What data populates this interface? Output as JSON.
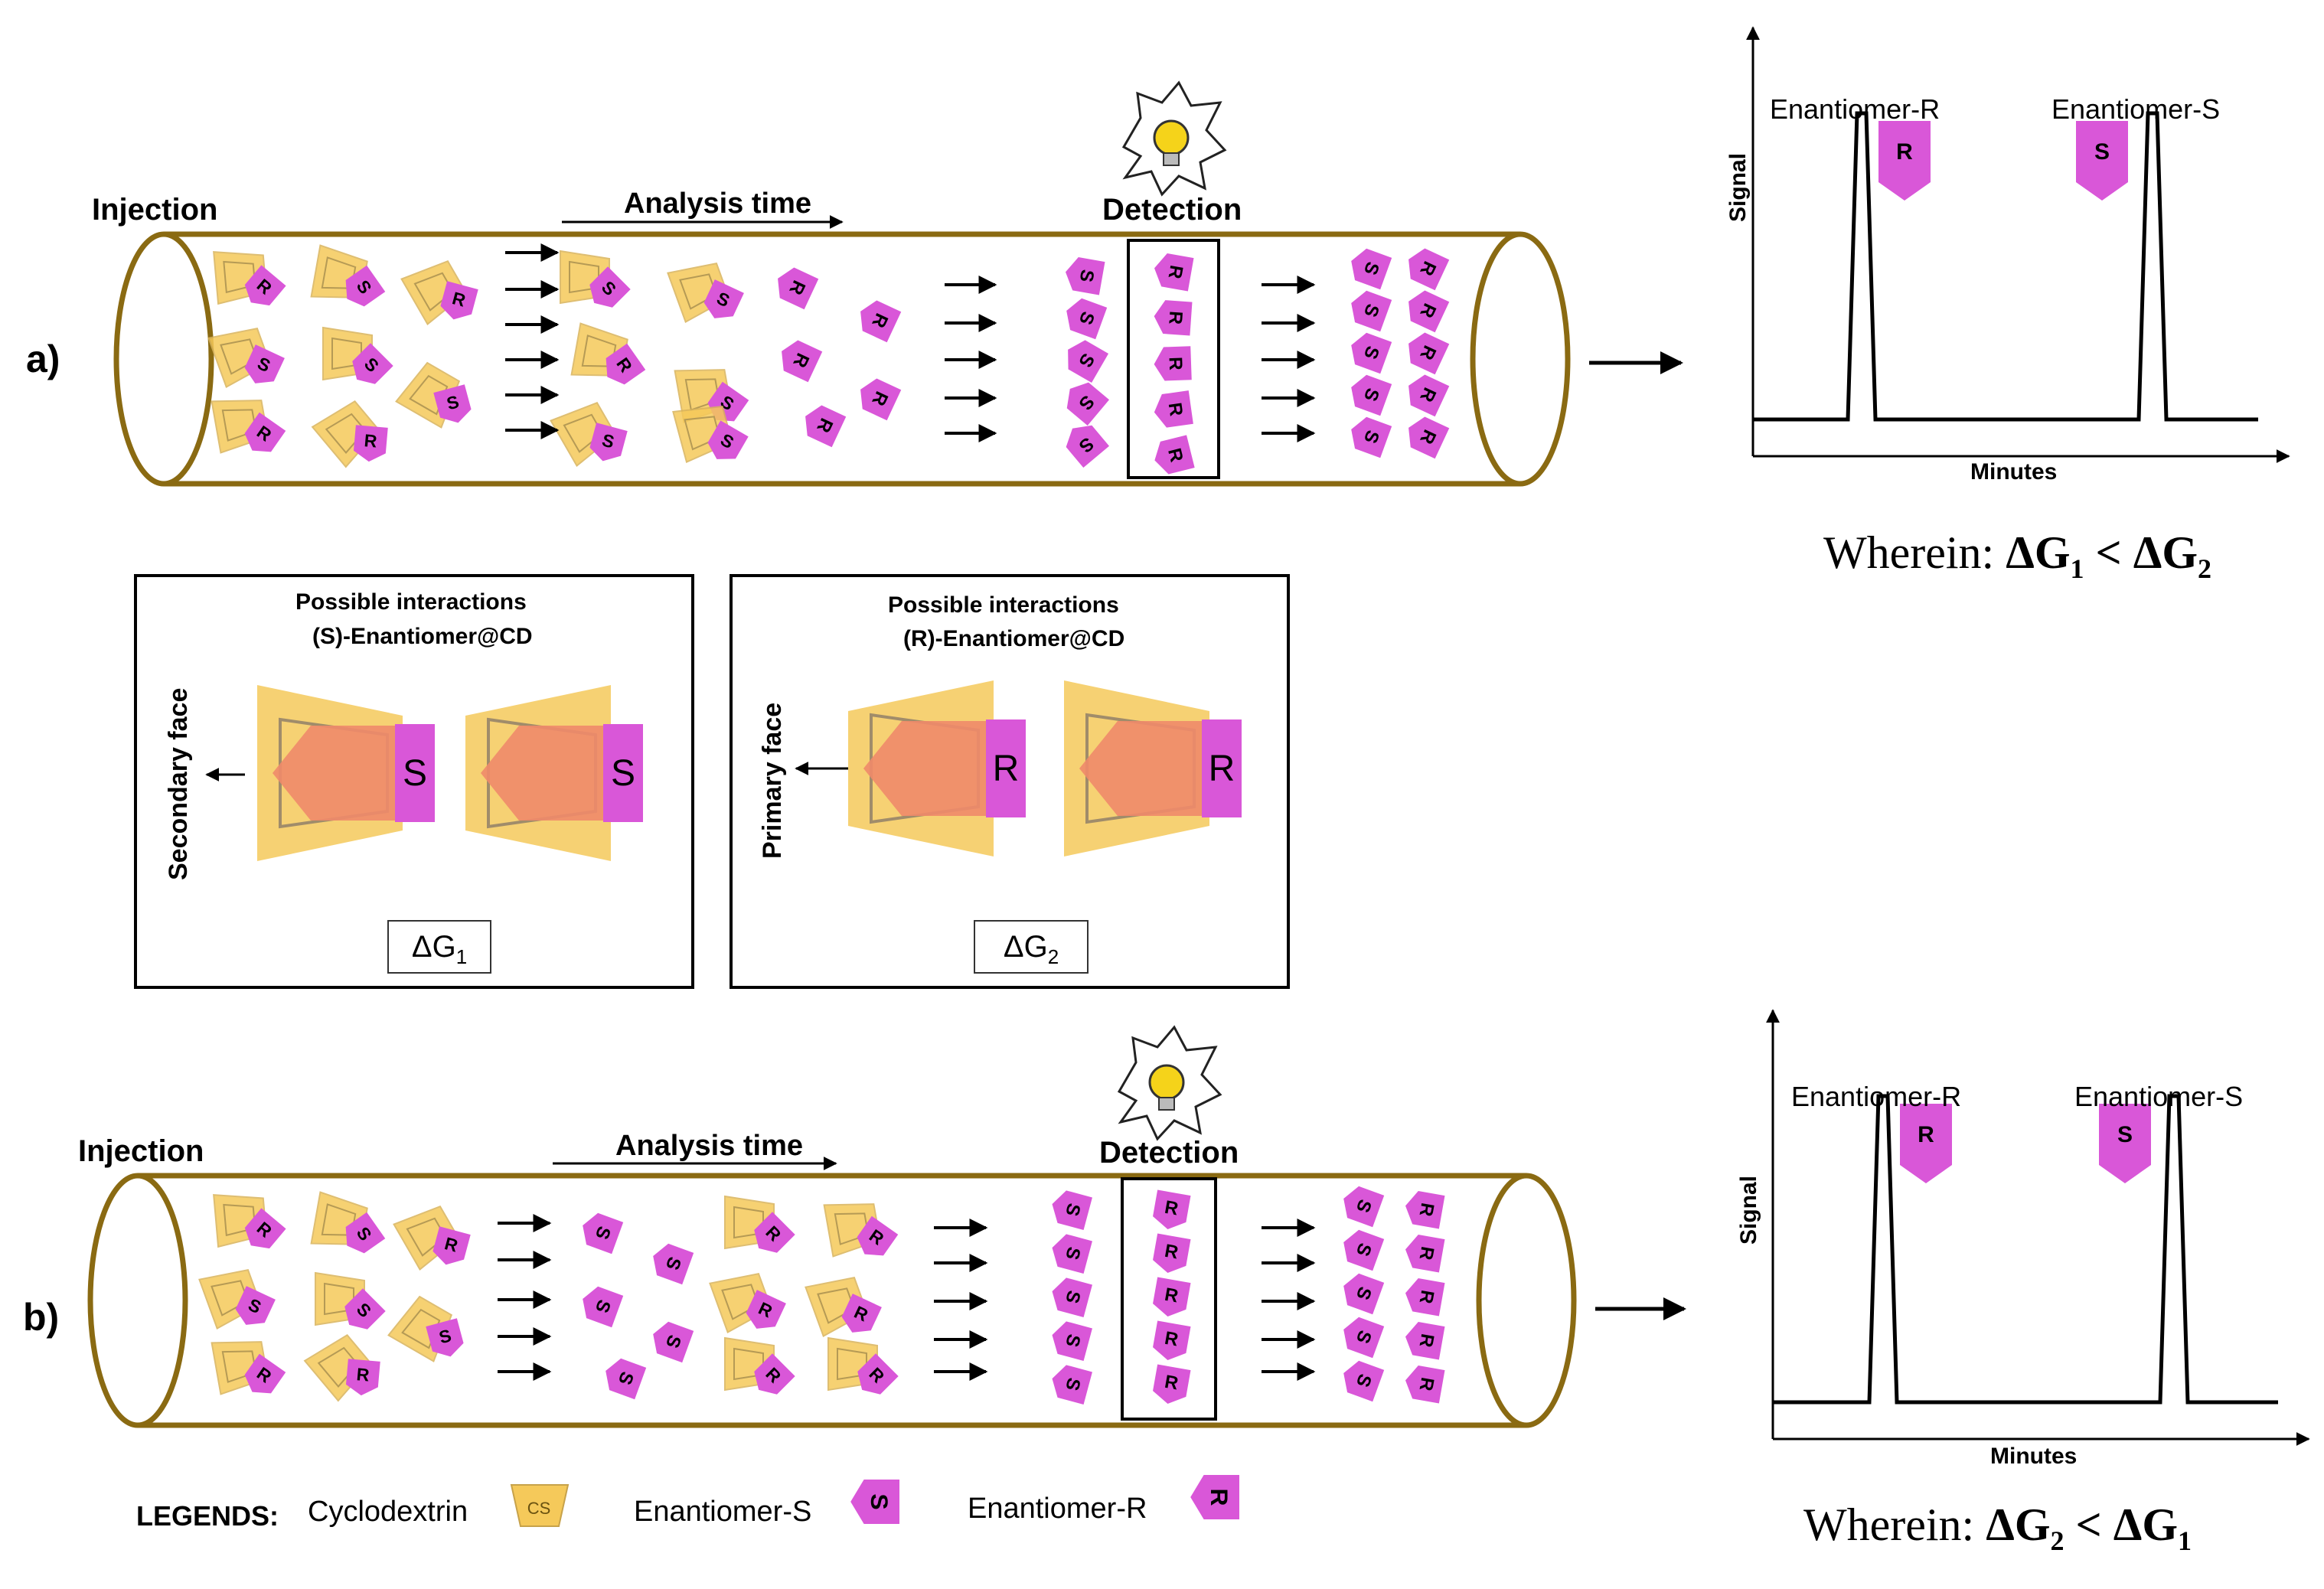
{
  "colors": {
    "tube": "#8a6a12",
    "cyclodextrin": "#f5c95a",
    "cyclodextrin_edge": "#d9b35a",
    "enantiomer": "#d957d8",
    "overlap": "#ef8a6a",
    "bulb": "#f5d31a"
  },
  "icons": [
    "light-bulb-icon",
    "cyclodextrin-icon",
    "enantiomer-s-icon",
    "enantiomer-r-icon"
  ],
  "panel_a": {
    "label": "a)",
    "injection": "Injection",
    "analysis_time": "Analysis time",
    "detection": "Detection",
    "chromatogram": {
      "peak1": "Enantiomer-R",
      "peak1_badge": "R",
      "peak2": "Enantiomer-S",
      "peak2_badge": "S",
      "ylabel": "Signal",
      "xlabel": "Minutes"
    },
    "wherein": "Wherein:",
    "relation": "ΔG1 < ΔG2"
  },
  "interactions": {
    "left": {
      "title1": "Possible interactions",
      "title2": "(S)-Enantiomer@CD",
      "face": "Secondary face",
      "letter": "S",
      "dg": "ΔG1"
    },
    "right": {
      "title1": "Possible interactions",
      "title2": "(R)-Enantiomer@CD",
      "face": "Primary face",
      "letter": "R",
      "dg": "ΔG2"
    }
  },
  "panel_b": {
    "label": "b)",
    "injection": "Injection",
    "analysis_time": "Analysis time",
    "detection": "Detection",
    "chromatogram": {
      "peak1": "Enantiomer-R",
      "peak1_badge": "R",
      "peak2": "Enantiomer-S",
      "peak2_badge": "S",
      "ylabel": "Signal",
      "xlabel": "Minutes"
    },
    "wherein": "Wherein:",
    "relation": "ΔG2 < ΔG1"
  },
  "legend": {
    "title": "LEGENDS:",
    "cyclodextrin": "Cyclodextrin",
    "cyclodextrin_icon_text": "CS",
    "enantiomer_s": "Enantiomer-S",
    "enantiomer_s_letter": "S",
    "enantiomer_r": "Enantiomer-R",
    "enantiomer_r_letter": "R"
  }
}
